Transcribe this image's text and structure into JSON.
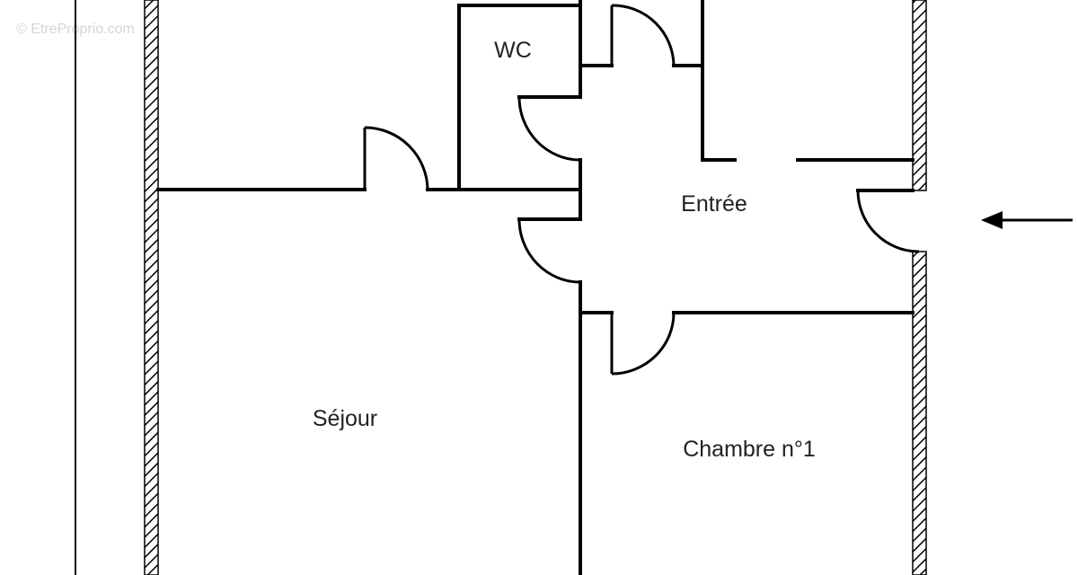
{
  "watermark": "© EtreProprio.com",
  "rooms": [
    {
      "id": "wc",
      "label": "WC"
    },
    {
      "id": "entree",
      "label": "Entrée"
    },
    {
      "id": "sejour",
      "label": "Séjour"
    },
    {
      "id": "chambre1",
      "label": "Chambre n°1"
    }
  ],
  "colors": {
    "line": "#000000",
    "background": "#ffffff",
    "watermark": "#d6d6d6"
  }
}
